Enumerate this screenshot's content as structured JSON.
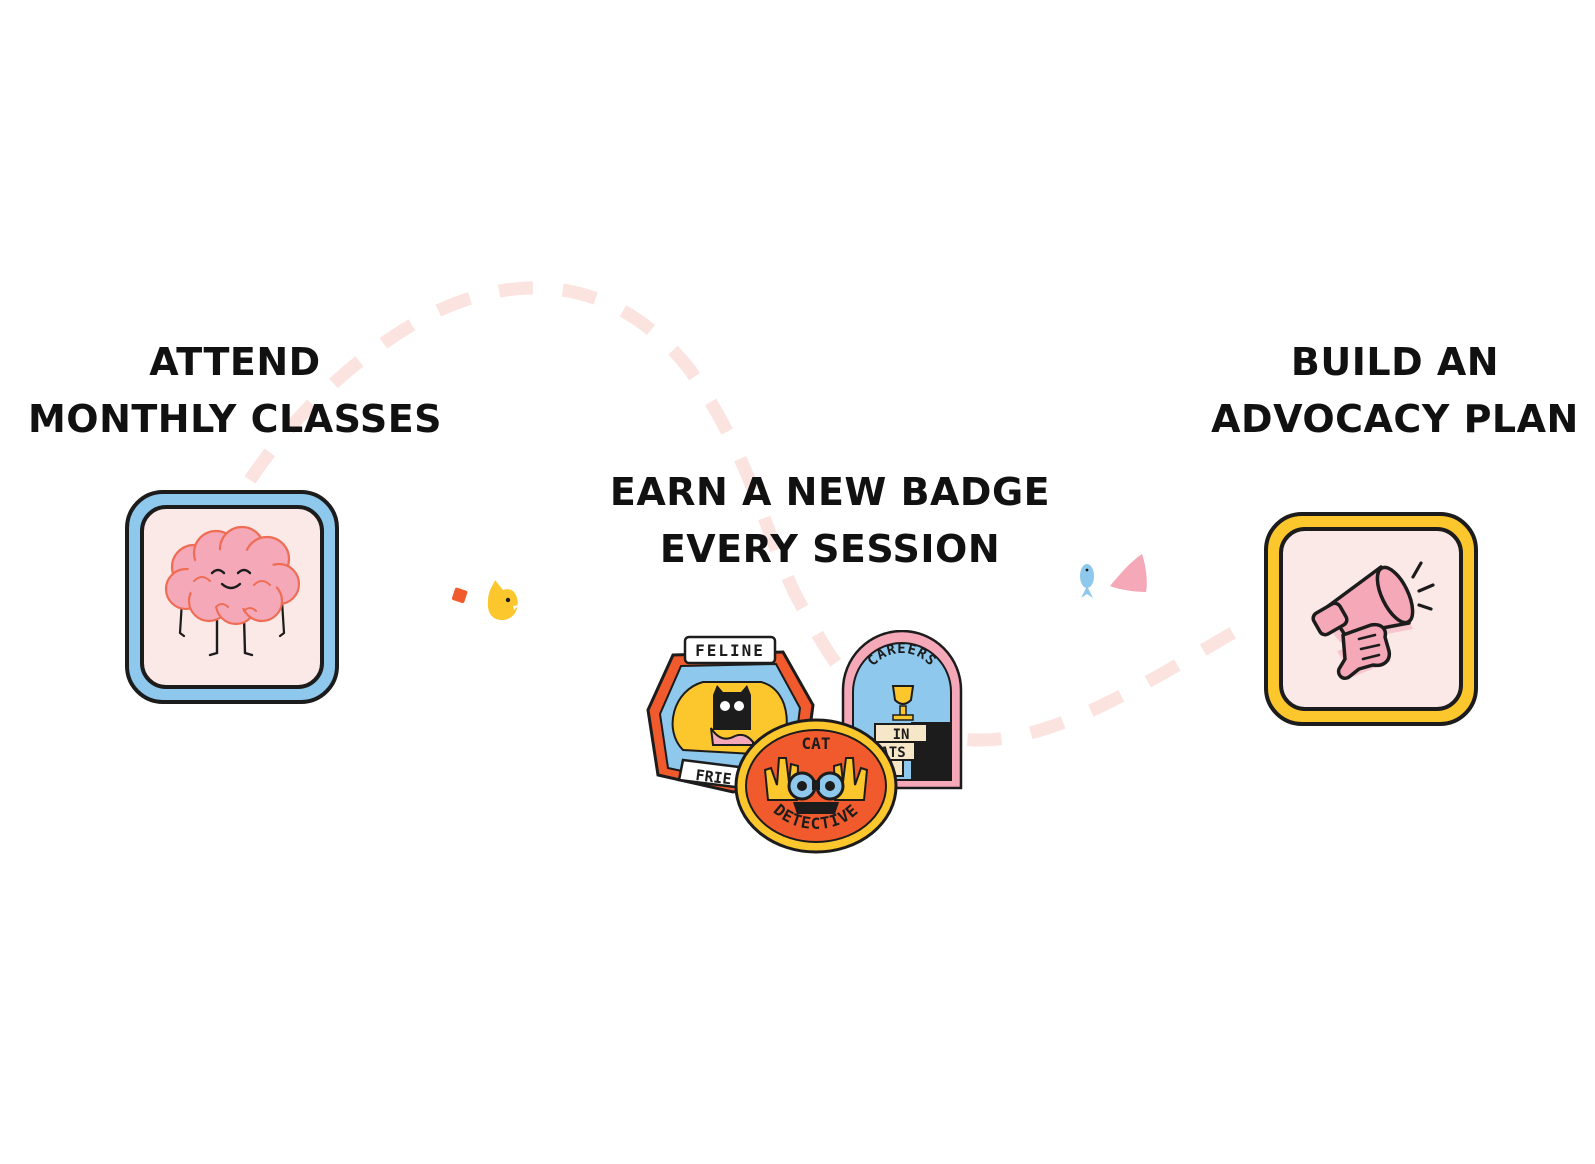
{
  "colors": {
    "path": "#fbe3df",
    "ink": "#1c1c1c",
    "tile_bg": "#fbe9e7",
    "blue": "#8ec8ec",
    "yellow": "#fcc62d",
    "pink": "#f4a8b8",
    "orange_red": "#f05a2c"
  },
  "steps": [
    {
      "title_lines": [
        "ATTEND",
        "MONTHLY CLASSES"
      ],
      "icon": "brain-icon",
      "frame_color": "#8ec8ec"
    },
    {
      "title_lines": [
        "EARN A NEW BADGE",
        "EVERY SESSION"
      ],
      "icon": "badges-cluster",
      "badges": {
        "feline": {
          "top_text": "FELINE",
          "bottom_text": "FRIE"
        },
        "careers": {
          "arch_text": "CAREERS",
          "line1": "IN",
          "line2": "ATS"
        },
        "detective": {
          "top_text": "CAT",
          "bottom_text": "DETECTIVE"
        }
      }
    },
    {
      "title_lines": [
        "BUILD AN",
        "ADVOCACY PLAN"
      ],
      "icon": "megaphone-icon",
      "frame_color": "#fcc62d"
    }
  ],
  "decorations": [
    "square-shape",
    "cat-head-icon",
    "fish-icon",
    "triangle-shape"
  ]
}
